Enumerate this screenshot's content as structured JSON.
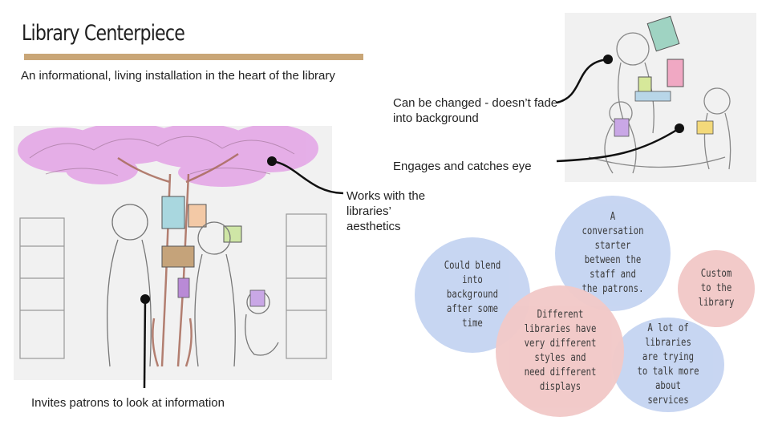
{
  "slide": {
    "title": "Library Centerpiece",
    "subtitle": "An informational, living installation in the heart of the library"
  },
  "callouts": {
    "changed": "Can be changed - doesn’t fade into background",
    "engages": "Engages and catches eye",
    "works": "Works with the libraries’ aesthetics",
    "invites": "Invites patrons to look at information"
  },
  "bubbles": {
    "blend": "Could blend into background after some time",
    "starter": "A conversation starter between the staff and the patrons.",
    "custom": "Custom to the library",
    "lot": "A lot of libraries are trying to talk more about services",
    "different": "Different libraries have very different styles and need different displays"
  },
  "colors": {
    "accent_bar": "#c9a677",
    "bubble_blue": "#c6d5f2",
    "bubble_pink": "#f2c9c8",
    "tree_canopy": "#e3a3e6"
  }
}
